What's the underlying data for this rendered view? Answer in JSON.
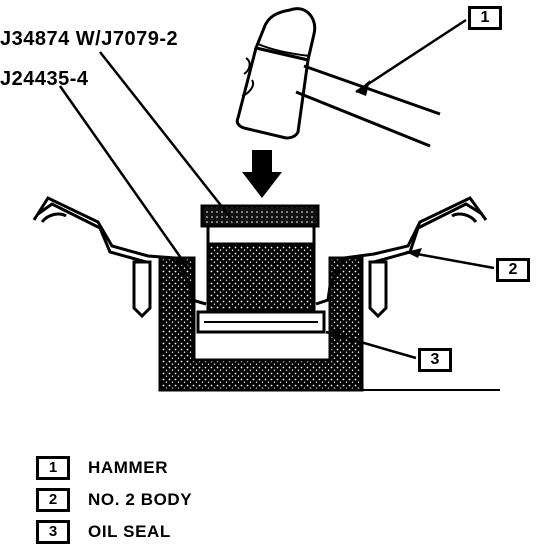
{
  "labels": {
    "tool_top": "J34874 W/J7079-2",
    "tool_second": "J24435-4"
  },
  "callouts": [
    {
      "num": "1"
    },
    {
      "num": "2"
    },
    {
      "num": "3"
    }
  ],
  "legend": [
    {
      "num": "1",
      "text": "HAMMER"
    },
    {
      "num": "2",
      "text": "NO. 2 BODY"
    },
    {
      "num": "3",
      "text": "OIL SEAL"
    }
  ]
}
